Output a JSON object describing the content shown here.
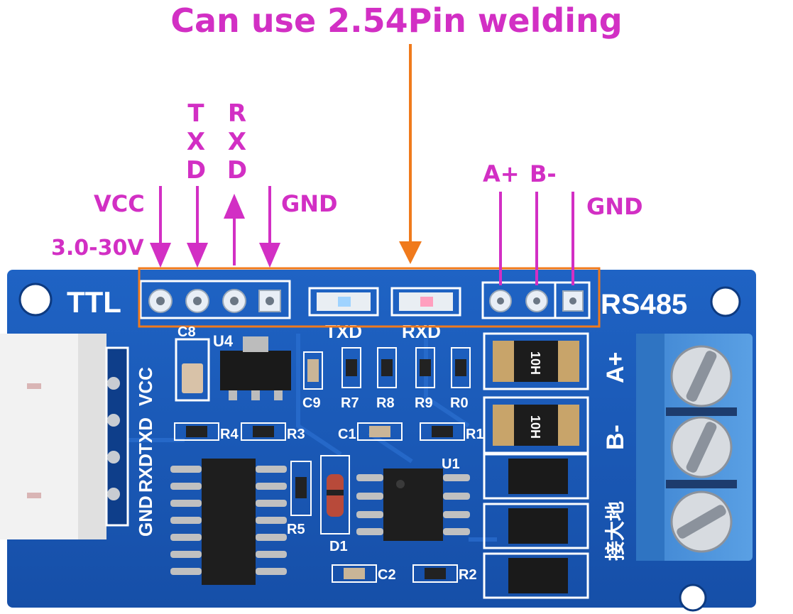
{
  "caption": "Can use 2.54Pin welding",
  "pins_left": {
    "vcc": "VCC",
    "vcc_range": "3.0-30V",
    "txd": [
      "T",
      "X",
      "D"
    ],
    "rxd": [
      "R",
      "X",
      "D"
    ],
    "gnd": "GND"
  },
  "pins_right": {
    "a_plus": "A+",
    "b_minus": "B-",
    "gnd": "GND"
  },
  "board": {
    "ttl": "TTL",
    "rs485": "RS485",
    "led_txd": "TXD",
    "led_rxd": "RXD",
    "connector_labels": [
      "VCC",
      "TXD",
      "RXD",
      "GND"
    ],
    "terminal_labels": [
      "A+",
      "B-",
      "接大地"
    ],
    "components": {
      "c8": "C8",
      "u4": "U4",
      "c9": "C9",
      "r7": "R7",
      "r8": "R8",
      "r9": "R9",
      "r0": "R0",
      "r4": "R4",
      "r3": "R3",
      "c1": "C1",
      "r1": "R1",
      "u1": "U1",
      "r5": "R5",
      "d1": "D1",
      "c2": "C2",
      "r2": "R2"
    },
    "resistor_marks": [
      "10H",
      "10H"
    ]
  },
  "colors": {
    "label": "#d22fc4",
    "arrow_orange": "#f07a1c",
    "pcb": "#1a56b5",
    "terminal": "#4a8fd6",
    "silk": "#ffffff"
  }
}
